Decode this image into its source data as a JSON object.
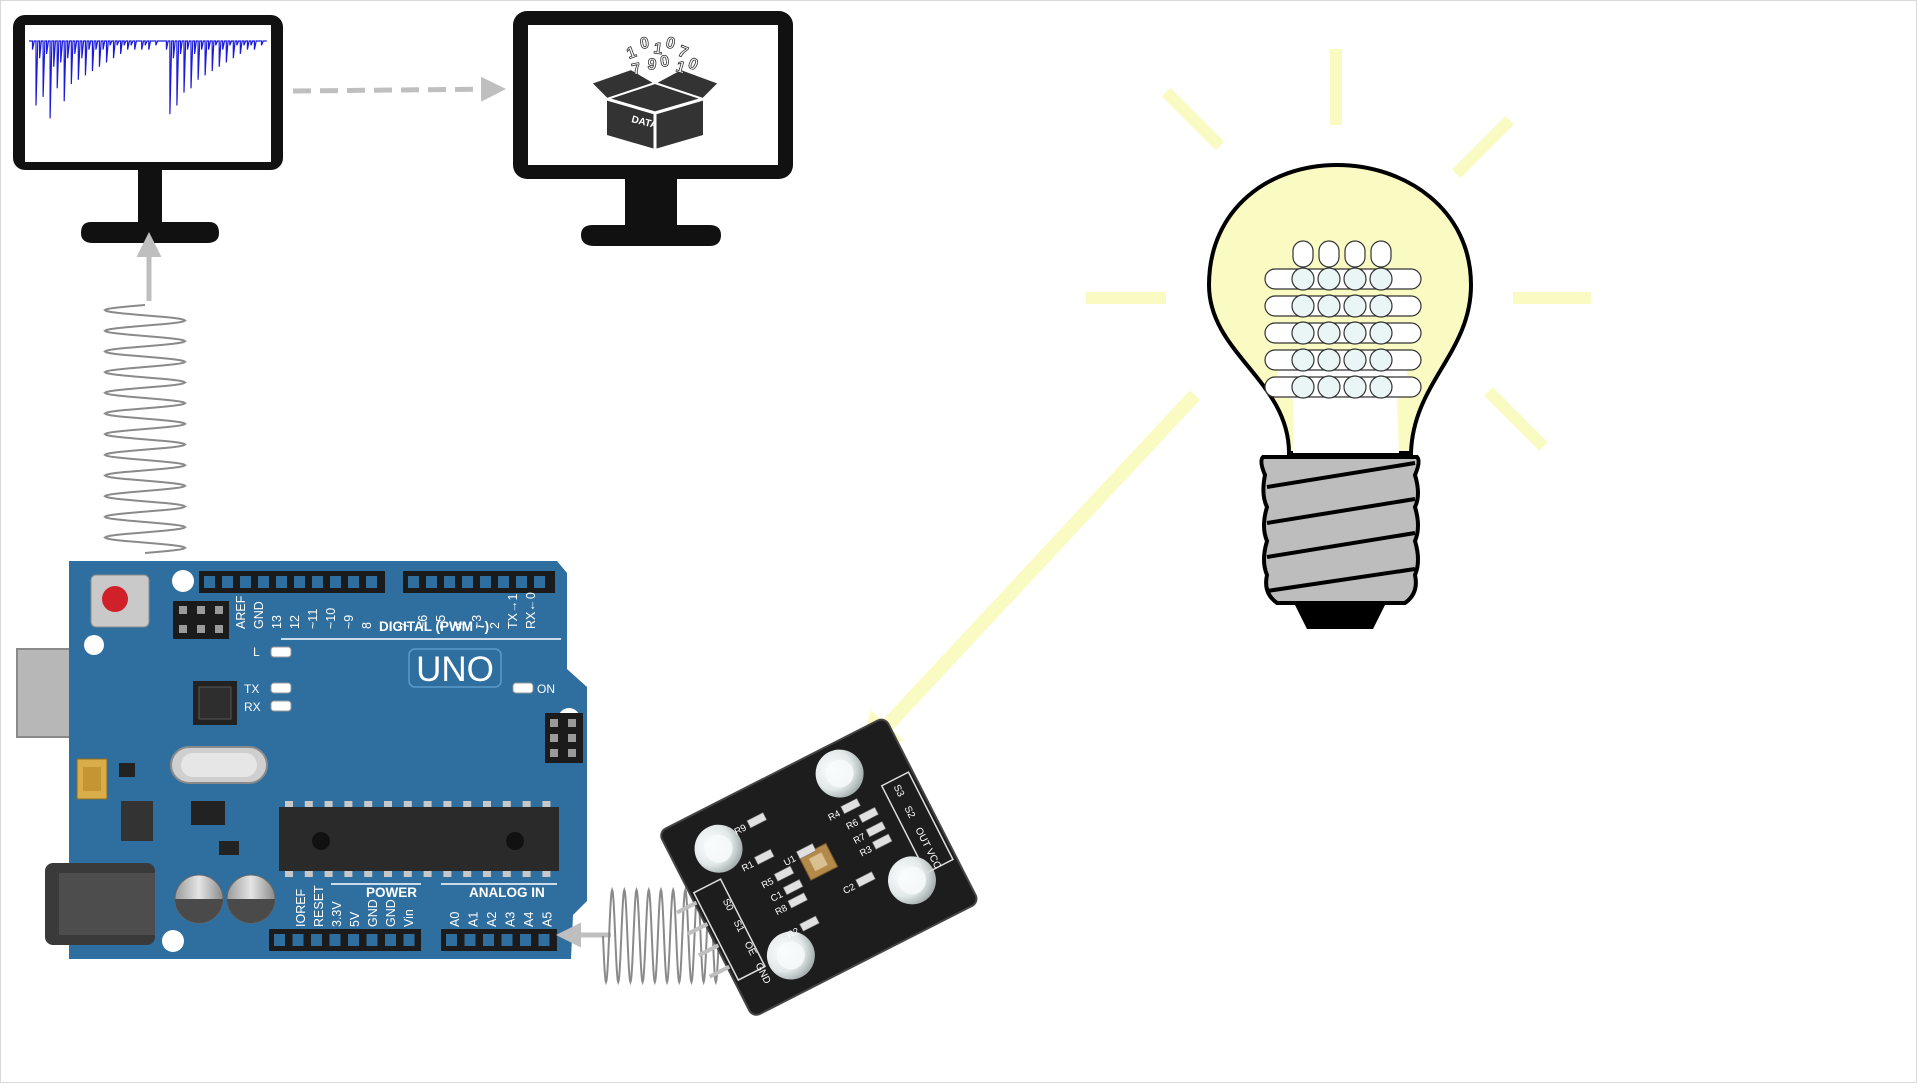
{
  "monitor_left": {
    "waveform": [
      0,
      0.1,
      0.75,
      0.2,
      0.65,
      0.15,
      0.9,
      0.3,
      0.55,
      0.25,
      0.7,
      0.2,
      0.5,
      0.15,
      0.45,
      0.2,
      0.4,
      0.1,
      0.35,
      0.1,
      0.3,
      0.1,
      0.25,
      0.05,
      0.2,
      0.05,
      0.15,
      0.05,
      0.1,
      0.05,
      0.1,
      0,
      0.1,
      0.05,
      0.1,
      0,
      0.05,
      0,
      0,
      0.1,
      0.85,
      0.2,
      0.75,
      0.15,
      0.6,
      0.1,
      0.55,
      0.15,
      0.45,
      0.1,
      0.4,
      0.1,
      0.35,
      0.05,
      0.3,
      0.1,
      0.25,
      0.05,
      0.2,
      0.05,
      0.15,
      0.05,
      0.1,
      0.05,
      0.1,
      0,
      0.05,
      0
    ],
    "wave_color": "#1a1adb"
  },
  "monitor_right": {
    "icon": "data-box-icon",
    "box_label": "DATA",
    "digits": [
      "1",
      "0",
      "1",
      "0",
      "7",
      "7",
      "9",
      "0",
      "1",
      "0"
    ]
  },
  "bulb": {
    "glow_color": "#fafac3",
    "leds": {
      "rows": 5,
      "cols": 4
    }
  },
  "arduino": {
    "board_color": "#2f6fa0",
    "model_label": "UNO",
    "digital_header_label": "DIGITAL (PWM ~)",
    "digital_pins": [
      "AREF",
      "GND",
      "13",
      "12",
      "~11",
      "~10",
      "~9",
      "8",
      "7",
      "~6",
      "~5",
      "4",
      "~3",
      "2",
      "TX→1",
      "RX←0"
    ],
    "led_labels": {
      "l": "L",
      "tx": "TX",
      "rx": "RX",
      "on": "ON"
    },
    "power_header_label": "POWER",
    "power_pins": [
      "IOREF",
      "RESET",
      "3.3V",
      "5V",
      "GND",
      "GND",
      "Vin"
    ],
    "analog_header_label": "ANALOG IN",
    "analog_pins": [
      "A0",
      "A1",
      "A2",
      "A3",
      "A4",
      "A5"
    ]
  },
  "sensor": {
    "left_pins": [
      "S0",
      "S1",
      "OE",
      "GND"
    ],
    "right_pins": [
      "S3",
      "S2",
      "OUT",
      "VCC"
    ],
    "parts": [
      "R1",
      "R2",
      "R3",
      "R4",
      "R5",
      "R6",
      "R7",
      "R8",
      "R9",
      "U1",
      "C1",
      "C2"
    ]
  },
  "colors": {
    "arrow": "#bfbfbf",
    "spring": "#8a8a8a",
    "light_ray": "#fafac3"
  }
}
